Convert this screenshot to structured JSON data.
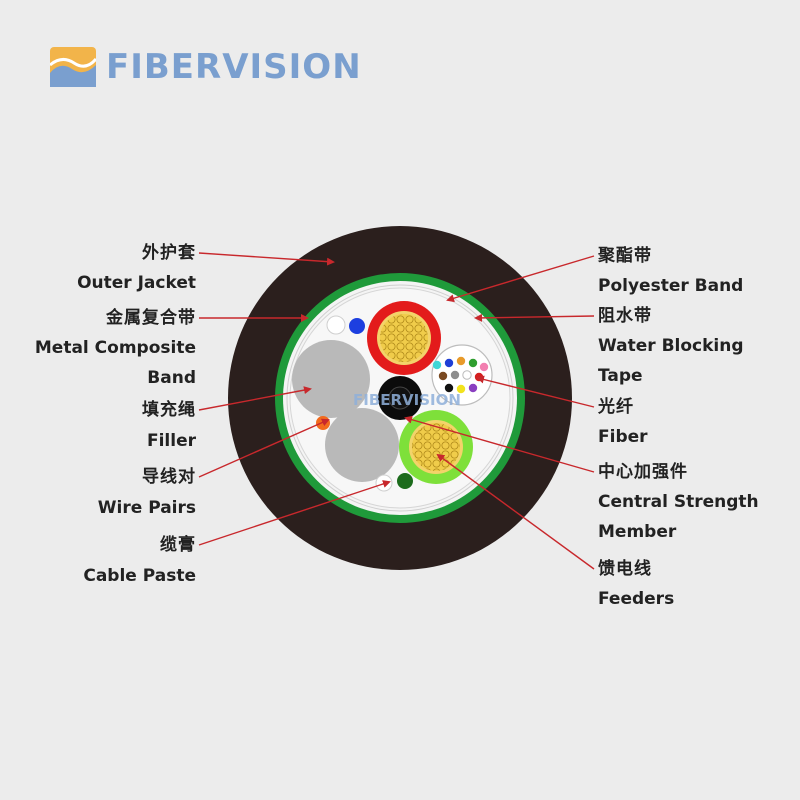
{
  "brand": {
    "name": "FIBERVISION",
    "logo_icon": "fibervision-logo-icon",
    "color": "#7a9fcf",
    "watermark": "FIBERVISION"
  },
  "labels_left": [
    {
      "key": "outer_jacket",
      "zh": "外护套",
      "en": [
        "Outer Jacket"
      ]
    },
    {
      "key": "metal_composite_band",
      "zh": "金属复合带",
      "en": [
        "Metal Composite",
        "Band"
      ]
    },
    {
      "key": "filler",
      "zh": "填充绳",
      "en": [
        "Filler"
      ]
    },
    {
      "key": "wire_pairs",
      "zh": "导线对",
      "en": [
        "Wire Pairs"
      ]
    },
    {
      "key": "cable_paste",
      "zh": "缆膏",
      "en": [
        "Cable Paste"
      ]
    }
  ],
  "labels_right": [
    {
      "key": "polyester_band",
      "zh": "聚酯带",
      "en": [
        "Polyester Band"
      ]
    },
    {
      "key": "water_blocking_tape",
      "zh": "阻水带",
      "en": [
        "Water Blocking",
        "Tape"
      ]
    },
    {
      "key": "fiber",
      "zh": "光纤",
      "en": [
        "Fiber"
      ]
    },
    {
      "key": "central_strength_member",
      "zh": "中心加强件",
      "en": [
        "Central Strength",
        "Member"
      ]
    },
    {
      "key": "feeders",
      "zh": "馈电线",
      "en": [
        "Feeders"
      ]
    }
  ],
  "colors": {
    "jacket": "#2b1f1d",
    "green_band": "#1f9a3a",
    "inner_fill": "#f4f4f4",
    "filler_gray": "#b9b9b9",
    "copper_fill": "#f0cc4a",
    "red_insulation": "#e31b1b",
    "light_green_insulation": "#7ee03a",
    "arrow": "#c8282c",
    "central_member": "#0b0b0b",
    "blue_element": "#1d3fe0",
    "orange_element": "#f26b1d",
    "dark_green_element": "#1c6b1c"
  },
  "fiber_colors": [
    "#1e3fd6",
    "#e89a2a",
    "#2f9e2f",
    "#7a4a22",
    "#8d8d8d",
    "#ffffff",
    "#d41f1f",
    "#111111",
    "#f2e31d",
    "#8a3fc0",
    "#f27fb0",
    "#3fd6d6"
  ]
}
